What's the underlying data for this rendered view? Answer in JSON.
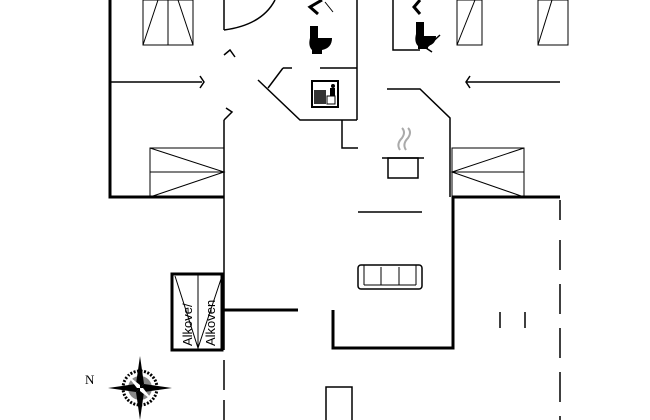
{
  "plan": {
    "alcove_label_1": "Alkove/",
    "alcove_label_2": "Alkoven",
    "compass_north": "N",
    "icons": [
      "shower-icon",
      "toilet-icon",
      "sauna-icon",
      "kitchen-pot-icon",
      "sofa-icon",
      "bed-icon",
      "stairs-icon",
      "compass-rose-icon"
    ],
    "colors": {
      "wall": "#000000",
      "steam": "#aaaaaa",
      "background": "#ffffff"
    }
  }
}
